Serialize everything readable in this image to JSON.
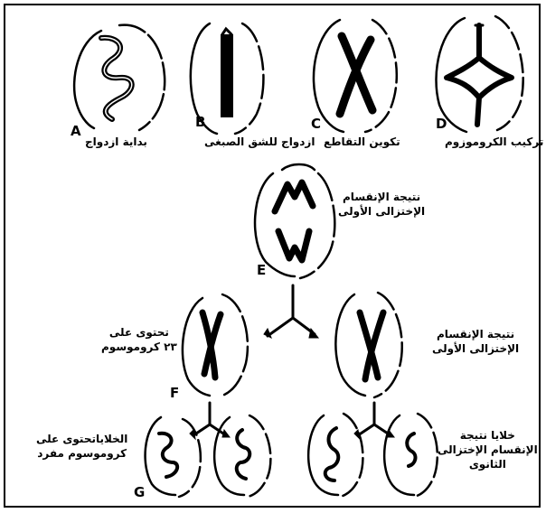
{
  "stages": {
    "A": {
      "letter": "A",
      "caption": "بداية ازدواج"
    },
    "B": {
      "letter": "B",
      "caption": "ازدواج للشق الصبغى"
    },
    "C": {
      "letter": "C",
      "caption": "تكوين التقاطع"
    },
    "D": {
      "letter": "D",
      "caption": "تركيب الكروموزوم"
    },
    "E": {
      "letter": "E"
    },
    "F": {
      "letter": "F"
    },
    "G": {
      "letter": "G"
    }
  },
  "notes": {
    "e_result": [
      "نتيجة الإنقسام",
      "الإختزالى الأولى"
    ],
    "f_left": [
      "تحتوى على",
      "٢٣ كروموسوم"
    ],
    "f_right": [
      "نتيجة الإنقسام",
      "الإختزالى الأولى"
    ],
    "g_left": [
      "الخلاياتحتوى على",
      "كروموسوم مفرد"
    ],
    "g_right": [
      "خلايا نتيجة",
      "الإنقسام الإختزالى",
      "الثانوى"
    ]
  }
}
